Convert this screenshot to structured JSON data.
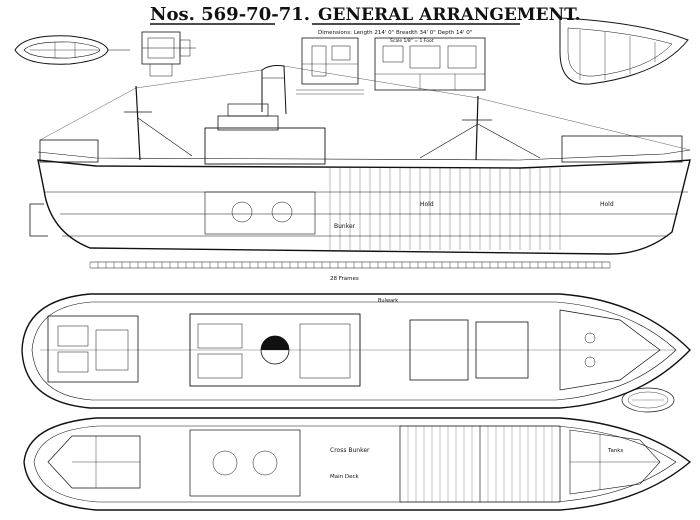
{
  "drawing": {
    "number": "Nos. 569-70-71.",
    "title": "GENERAL ARRANGEMENT.",
    "subtitle": "Dimensions: Length 214' 0\" Breadth 34' 0\" Depth 14' 0\"",
    "scale": "Scale 1/8\" = 1 Foot"
  },
  "labels": {
    "profile_hold": "Hold",
    "profile_bunker": "Bunker",
    "lower_hold": "Cross Bunker",
    "deck_note": "Bulwark",
    "frame_spacing": "28 Frames",
    "lower_deck_note": "Main Deck",
    "tank_note": "Tanks"
  },
  "colors": {
    "ink": "#111111",
    "paper": "#ffffff"
  }
}
